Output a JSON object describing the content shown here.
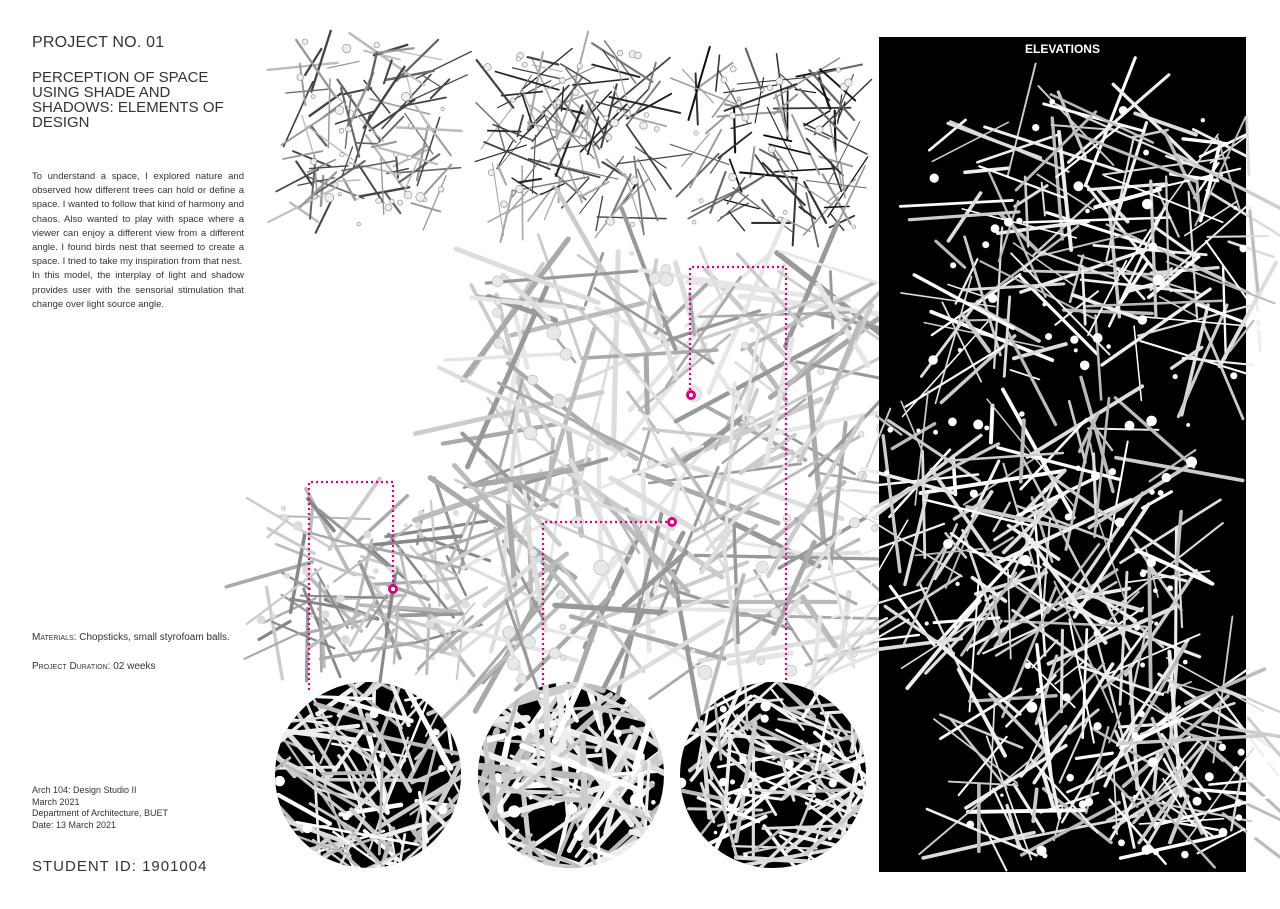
{
  "project": {
    "number": "PROJECT NO. 01",
    "title": "PERCEPTION OF SPACE USING SHADE AND SHADOWS: ELEMENTS OF DESIGN",
    "description": [
      "To understand a space, I explored nature and observed how different trees can hold or define a space. I wanted to follow that kind of harmony and chaos. Also wanted to play with space where a viewer can enjoy a different view from a different angle. I found birds nest that seemed to create a space. I tried to take my inspiration from that nest.",
      "In this model, the interplay of light and shadow provides user with the sensorial stimulation that change over light source angle."
    ]
  },
  "materials": {
    "label": "Materials:",
    "value": "Chopsticks, small styrofoam balls."
  },
  "duration": {
    "label": "Project Duration:",
    "value": "02 weeks"
  },
  "course_info": [
    "Arch 104: Design Studio II",
    "March 2021",
    "Department of Architecture, BUET",
    "Date: 13 March 2021"
  ],
  "student_id": "STUDENT ID: 1901004",
  "elevations": {
    "title": "ELEVATIONS"
  },
  "colors": {
    "accent": "#d4007f",
    "panel_bg": "#000000",
    "text": "#333333"
  }
}
